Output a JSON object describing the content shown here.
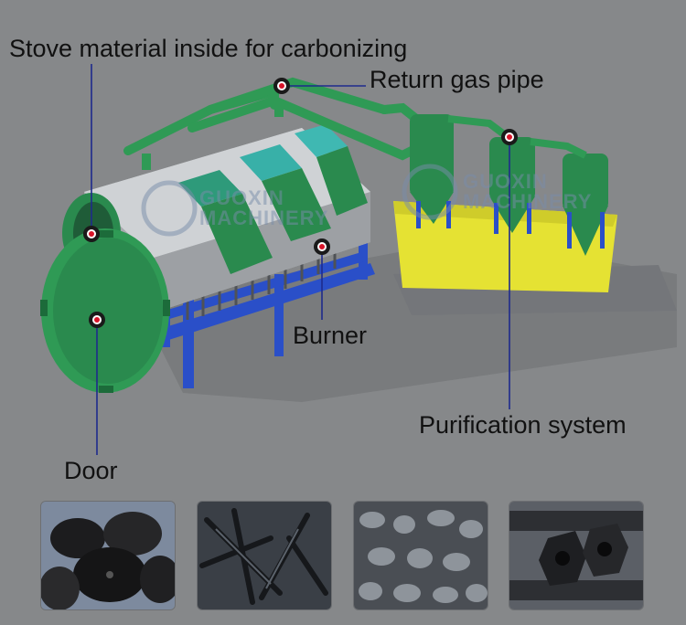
{
  "labels": {
    "stove": "Stove material inside for carbonizing",
    "return_gas": "Return gas pipe",
    "burner": "Burner",
    "purification": "Purification system",
    "door": "Door"
  },
  "watermark": {
    "line1": "GUOXIN",
    "line2": "MACHINERY"
  },
  "colors": {
    "background": "#86888a",
    "machine_green": "#2a8a4e",
    "frame_blue": "#2a4fc8",
    "tray_yellow": "#e5e233",
    "marker_red": "#d8152a",
    "leader_line": "#1e2a8c"
  },
  "photos": [
    {
      "subject": "charcoal-logs"
    },
    {
      "subject": "charcoal-sticks"
    },
    {
      "subject": "charcoal-shells"
    },
    {
      "subject": "charcoal-briquettes"
    }
  ]
}
